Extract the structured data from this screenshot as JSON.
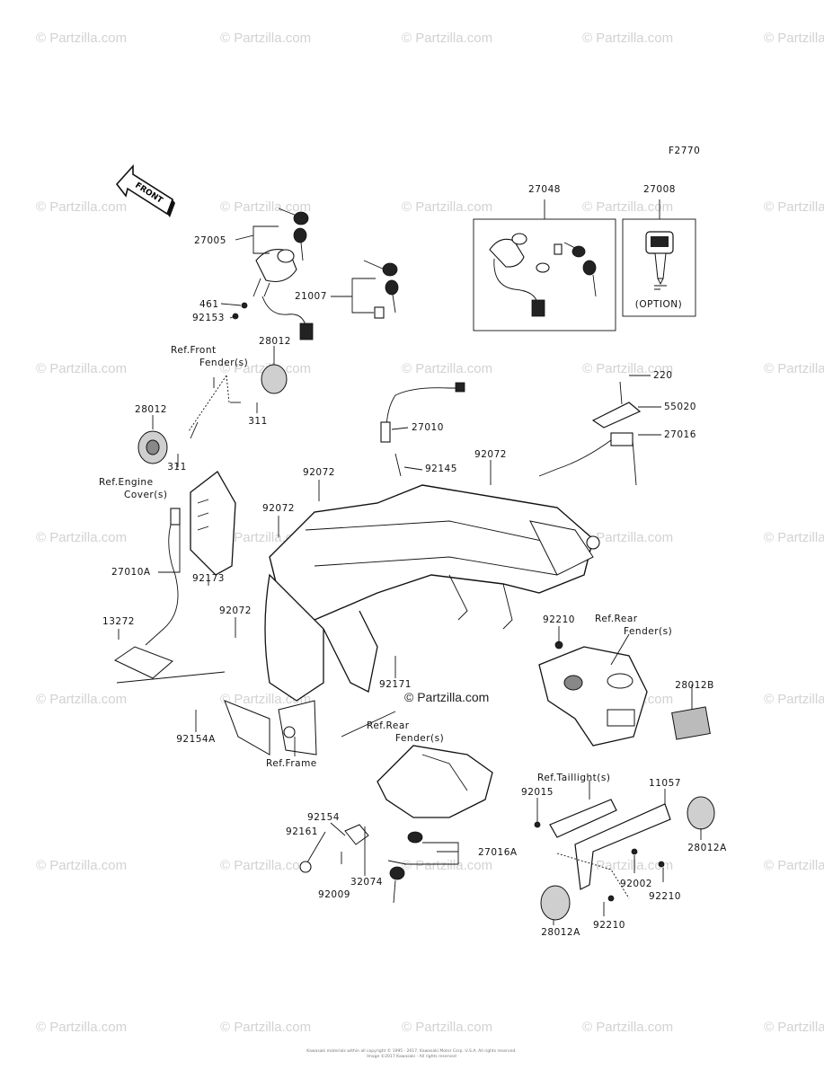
{
  "figure_code": "F2770",
  "watermark_text": "© Partzilla.com",
  "center_watermark": "© Partzilla.com",
  "front_arrow_text": "FRONT",
  "option_text": "(OPTION)",
  "copyright_lines": [
    "Kawasaki materials within all copyright © 1995 - 2017, Kawasaki Motor Corp. U.S.A. All rights reserved.",
    "Image ©2017 Kawasaki - All rights reserved"
  ],
  "part_labels": [
    "27048",
    "27008",
    "27005",
    "461",
    "92153",
    "21007",
    "28012",
    "311",
    "28012",
    "311",
    "27010",
    "92145",
    "92072",
    "220",
    "55020",
    "27016",
    "92072",
    "92072",
    "27010A",
    "92173",
    "92072",
    "13272",
    "92171",
    "92154A",
    "92210",
    "28012B",
    "92015",
    "11057",
    "92154",
    "92161",
    "32074",
    "27016A",
    "92009",
    "92002",
    "92210",
    "28012A",
    "28012A",
    "92210"
  ],
  "ref_labels": [
    "Ref.Front",
    "Fender(s)",
    "Ref.Engine",
    "Cover(s)",
    "Ref.Rear",
    "Fender(s)",
    "Ref.Frame",
    "Ref.Rear",
    "Fender(s)",
    "Ref.Taillight(s)"
  ]
}
